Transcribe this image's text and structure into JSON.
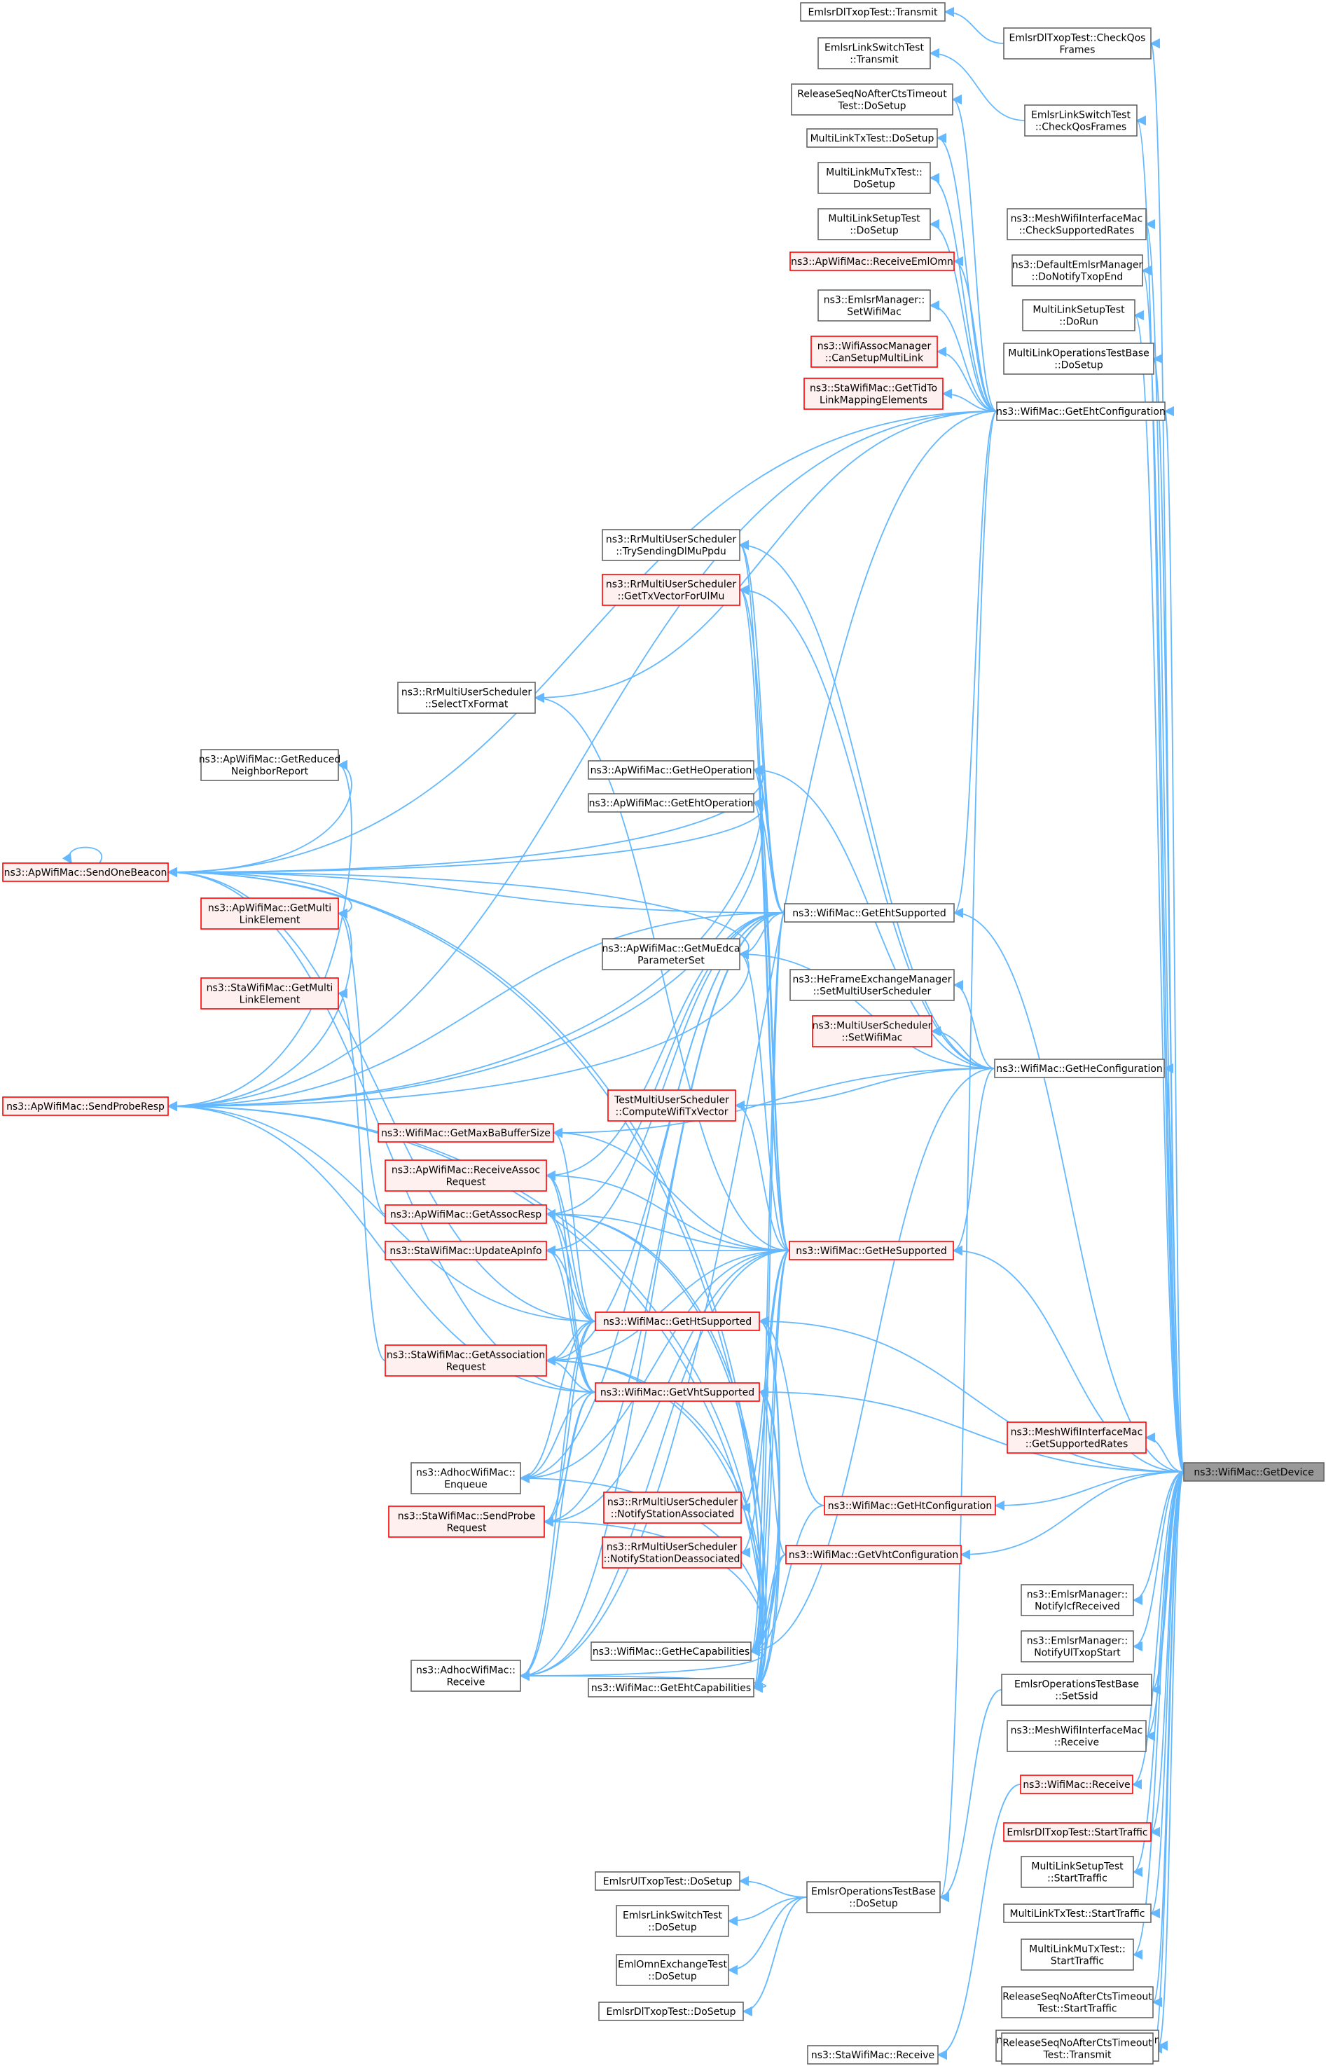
{
  "diagram_title": "",
  "colors": {
    "edge": "#63b8ff",
    "node_border_normal": "#666666",
    "node_fill_normal": "#ffffff",
    "node_border_red": "#ff0000",
    "node_fill_red": "#fff0f0",
    "node_border_target": "#666666",
    "node_fill_target": "#999999"
  },
  "nodes": [
    {
      "id": "n0",
      "lines": [
        "ns3::WifiMac::GetDevice"
      ],
      "style": "target",
      "interactable": true
    },
    {
      "id": "n1",
      "lines": [
        "EmlsrDlTxopTest::CheckQos",
        "Frames"
      ],
      "style": "normal",
      "interactable": true
    },
    {
      "id": "n2",
      "lines": [
        "EmlsrDlTxopTest::Transmit"
      ],
      "style": "normal",
      "interactable": true
    },
    {
      "id": "n3",
      "lines": [
        "EmlsrLinkSwitchTest",
        "::CheckQosFrames"
      ],
      "style": "normal",
      "interactable": true
    },
    {
      "id": "n4",
      "lines": [
        "EmlsrLinkSwitchTest",
        "::Transmit"
      ],
      "style": "normal",
      "interactable": true
    },
    {
      "id": "n5",
      "lines": [
        "ReleaseSeqNoAfterCtsTimeout",
        "Test::DoSetup"
      ],
      "style": "normal",
      "interactable": true
    },
    {
      "id": "n6",
      "lines": [
        "MultiLinkTxTest::DoSetup"
      ],
      "style": "normal",
      "interactable": true
    },
    {
      "id": "n7",
      "lines": [
        "MultiLinkMuTxTest::",
        "DoSetup"
      ],
      "style": "normal",
      "interactable": true
    },
    {
      "id": "n8",
      "lines": [
        "MultiLinkSetupTest",
        "::DoSetup"
      ],
      "style": "normal",
      "interactable": true
    },
    {
      "id": "n9",
      "lines": [
        "ns3::ApWifiMac::ReceiveEmlOmn"
      ],
      "style": "red",
      "interactable": true
    },
    {
      "id": "n10",
      "lines": [
        "ns3::EmlsrManager::",
        "SetWifiMac"
      ],
      "style": "normal",
      "interactable": true
    },
    {
      "id": "n11",
      "lines": [
        "ns3::WifiAssocManager",
        "::CanSetupMultiLink"
      ],
      "style": "red",
      "interactable": true
    },
    {
      "id": "n12",
      "lines": [
        "ns3::StaWifiMac::GetTidTo",
        "LinkMappingElements"
      ],
      "style": "red",
      "interactable": true
    },
    {
      "id": "n13",
      "lines": [
        "ns3::MeshWifiInterfaceMac",
        "::CheckSupportedRates"
      ],
      "style": "normal",
      "interactable": true
    },
    {
      "id": "n14",
      "lines": [
        "ns3::DefaultEmlsrManager",
        "::DoNotifyTxopEnd"
      ],
      "style": "normal",
      "interactable": true
    },
    {
      "id": "n15",
      "lines": [
        "MultiLinkSetupTest",
        "::DoRun"
      ],
      "style": "normal",
      "interactable": true
    },
    {
      "id": "n16",
      "lines": [
        "MultiLinkOperationsTestBase",
        "::DoSetup"
      ],
      "style": "normal",
      "interactable": true
    },
    {
      "id": "n17",
      "lines": [
        "ns3::WifiMac::GetEhtConfiguration"
      ],
      "style": "normal",
      "interactable": true
    },
    {
      "id": "n18",
      "lines": [
        "ns3::RrMultiUserScheduler",
        "::TrySendingDlMuPpdu"
      ],
      "style": "normal",
      "interactable": true
    },
    {
      "id": "n19",
      "lines": [
        "ns3::RrMultiUserScheduler",
        "::GetTxVectorForUlMu"
      ],
      "style": "red",
      "interactable": true
    },
    {
      "id": "n20",
      "lines": [
        "ns3::RrMultiUserScheduler",
        "::SelectTxFormat"
      ],
      "style": "normal",
      "interactable": true
    },
    {
      "id": "n21",
      "lines": [
        "ns3::ApWifiMac::GetReduced",
        "NeighborReport"
      ],
      "style": "normal",
      "interactable": true
    },
    {
      "id": "n22",
      "lines": [
        "ns3::ApWifiMac::GetHeOperation"
      ],
      "style": "normal",
      "interactable": true
    },
    {
      "id": "n23",
      "lines": [
        "ns3::ApWifiMac::GetEhtOperation"
      ],
      "style": "normal",
      "interactable": true
    },
    {
      "id": "n24",
      "lines": [
        "ns3::ApWifiMac::SendOneBeacon"
      ],
      "style": "red",
      "interactable": true
    },
    {
      "id": "n25",
      "lines": [
        "ns3::ApWifiMac::GetMulti",
        "LinkElement"
      ],
      "style": "red",
      "interactable": true
    },
    {
      "id": "n26",
      "lines": [
        "ns3::WifiMac::GetEhtSupported"
      ],
      "style": "normal",
      "interactable": true
    },
    {
      "id": "n27",
      "lines": [
        "ns3::StaWifiMac::GetMulti",
        "LinkElement"
      ],
      "style": "red",
      "interactable": true
    },
    {
      "id": "n28",
      "lines": [
        "ns3::ApWifiMac::GetMuEdca",
        "ParameterSet"
      ],
      "style": "normal",
      "interactable": true
    },
    {
      "id": "n29",
      "lines": [
        "ns3::HeFrameExchangeManager",
        "::SetMultiUserScheduler"
      ],
      "style": "normal",
      "interactable": true
    },
    {
      "id": "n30",
      "lines": [
        "ns3::MultiUserScheduler",
        "::SetWifiMac"
      ],
      "style": "red",
      "interactable": true
    },
    {
      "id": "n31",
      "lines": [
        "ns3::WifiMac::GetHeConfiguration"
      ],
      "style": "normal",
      "interactable": true
    },
    {
      "id": "n32",
      "lines": [
        "ns3::ApWifiMac::SendProbeResp"
      ],
      "style": "red",
      "interactable": true
    },
    {
      "id": "n33",
      "lines": [
        "TestMultiUserScheduler",
        "::ComputeWifiTxVector"
      ],
      "style": "red",
      "interactable": true
    },
    {
      "id": "n34",
      "lines": [
        "ns3::WifiMac::GetMaxBaBufferSize"
      ],
      "style": "red",
      "interactable": true
    },
    {
      "id": "n35",
      "lines": [
        "ns3::ApWifiMac::ReceiveAssoc",
        "Request"
      ],
      "style": "red",
      "interactable": true
    },
    {
      "id": "n36",
      "lines": [
        "ns3::ApWifiMac::GetAssocResp"
      ],
      "style": "red",
      "interactable": true
    },
    {
      "id": "n37",
      "lines": [
        "ns3::WifiMac::GetHeSupported"
      ],
      "style": "red",
      "interactable": true
    },
    {
      "id": "n38",
      "lines": [
        "ns3::StaWifiMac::UpdateApInfo"
      ],
      "style": "red",
      "interactable": true
    },
    {
      "id": "n39",
      "lines": [
        "ns3::WifiMac::GetHtSupported"
      ],
      "style": "red",
      "interactable": true
    },
    {
      "id": "n40",
      "lines": [
        "ns3::StaWifiMac::GetAssociation",
        "Request"
      ],
      "style": "red",
      "interactable": true
    },
    {
      "id": "n41",
      "lines": [
        "ns3::WifiMac::GetVhtSupported"
      ],
      "style": "red",
      "interactable": true
    },
    {
      "id": "n42",
      "lines": [
        "ns3::MeshWifiInterfaceMac",
        "::GetSupportedRates"
      ],
      "style": "red",
      "interactable": true
    },
    {
      "id": "n43",
      "lines": [
        "ns3::AdhocWifiMac::",
        "Enqueue"
      ],
      "style": "normal",
      "interactable": true
    },
    {
      "id": "n44",
      "lines": [
        "ns3::StaWifiMac::SendProbe",
        "Request"
      ],
      "style": "red",
      "interactable": true
    },
    {
      "id": "n45",
      "lines": [
        "ns3::RrMultiUserScheduler",
        "::NotifyStationAssociated"
      ],
      "style": "red",
      "interactable": true
    },
    {
      "id": "n46",
      "lines": [
        "ns3::WifiMac::GetHtConfiguration"
      ],
      "style": "red",
      "interactable": true
    },
    {
      "id": "n47",
      "lines": [
        "ns3::RrMultiUserScheduler",
        "::NotifyStationDeassociated"
      ],
      "style": "red",
      "interactable": true
    },
    {
      "id": "n48",
      "lines": [
        "ns3::WifiMac::GetVhtConfiguration"
      ],
      "style": "red",
      "interactable": true
    },
    {
      "id": "n49",
      "lines": [
        "ns3::EmlsrManager::",
        "NotifyIcfReceived"
      ],
      "style": "normal",
      "interactable": true
    },
    {
      "id": "n50",
      "lines": [
        "ns3::EmlsrManager::",
        "NotifyUlTxopStart"
      ],
      "style": "normal",
      "interactable": true
    },
    {
      "id": "n51",
      "lines": [
        "ns3::WifiMac::GetHeCapabilities"
      ],
      "style": "normal",
      "interactable": true
    },
    {
      "id": "n52",
      "lines": [
        "ns3::AdhocWifiMac::",
        "Receive"
      ],
      "style": "normal",
      "interactable": true
    },
    {
      "id": "n53",
      "lines": [
        "ns3::WifiMac::GetEhtCapabilities"
      ],
      "style": "normal",
      "interactable": true
    },
    {
      "id": "n54",
      "lines": [
        "EmlsrOperationsTestBase",
        "::SetSsid"
      ],
      "style": "normal",
      "interactable": true
    },
    {
      "id": "n55",
      "lines": [
        "ns3::MeshWifiInterfaceMac",
        "::Receive"
      ],
      "style": "normal",
      "interactable": true
    },
    {
      "id": "n56",
      "lines": [
        "ns3::WifiMac::Receive"
      ],
      "style": "red",
      "interactable": true
    },
    {
      "id": "n57",
      "lines": [
        "EmlsrDlTxopTest::StartTraffic"
      ],
      "style": "red",
      "interactable": true
    },
    {
      "id": "n58",
      "lines": [
        "MultiLinkSetupTest",
        "::StartTraffic"
      ],
      "style": "normal",
      "interactable": true
    },
    {
      "id": "n59",
      "lines": [
        "MultiLinkTxTest::StartTraffic"
      ],
      "style": "normal",
      "interactable": true
    },
    {
      "id": "n60",
      "lines": [
        "MultiLinkMuTxTest::",
        "StartTraffic"
      ],
      "style": "normal",
      "interactable": true
    },
    {
      "id": "n61",
      "lines": [
        "ReleaseSeqNoAfterCtsTimeout",
        "Test::StartTraffic"
      ],
      "style": "normal",
      "interactable": true
    },
    {
      "id": "n62",
      "lines": [
        "ns3::EhtFrameExchangeManager",
        "::StartTransmission"
      ],
      "style": "normal",
      "interactable": true
    },
    {
      "id": "n63",
      "lines": [
        "ReleaseSeqNoAfterCtsTimeout",
        "Test::Transmit"
      ],
      "style": "normal",
      "interactable": true
    },
    {
      "id": "n64",
      "lines": [
        "EmlsrUlTxopTest::DoSetup"
      ],
      "style": "normal",
      "interactable": true
    },
    {
      "id": "n65",
      "lines": [
        "EmlsrOperationsTestBase",
        "::DoSetup"
      ],
      "style": "normal",
      "interactable": true
    },
    {
      "id": "n66",
      "lines": [
        "EmlsrLinkSwitchTest",
        "::DoSetup"
      ],
      "style": "normal",
      "interactable": true
    },
    {
      "id": "n67",
      "lines": [
        "EmlOmnExchangeTest",
        "::DoSetup"
      ],
      "style": "normal",
      "interactable": true
    },
    {
      "id": "n68",
      "lines": [
        "EmlsrDlTxopTest::DoSetup"
      ],
      "style": "normal",
      "interactable": true
    },
    {
      "id": "n69",
      "lines": [
        "ns3::StaWifiMac::Receive"
      ],
      "style": "normal",
      "interactable": true
    }
  ],
  "edges": [
    [
      "n2",
      "n1"
    ],
    [
      "n4",
      "n3"
    ],
    [
      "n1",
      "n0"
    ],
    [
      "n3",
      "n0"
    ],
    [
      "n5",
      "n17"
    ],
    [
      "n6",
      "n17"
    ],
    [
      "n7",
      "n17"
    ],
    [
      "n8",
      "n17"
    ],
    [
      "n9",
      "n17"
    ],
    [
      "n10",
      "n17"
    ],
    [
      "n11",
      "n17"
    ],
    [
      "n12",
      "n17"
    ],
    [
      "n13",
      "n0"
    ],
    [
      "n14",
      "n0"
    ],
    [
      "n15",
      "n0"
    ],
    [
      "n16",
      "n0"
    ],
    [
      "n17",
      "n0"
    ],
    [
      "n24",
      "n17"
    ],
    [
      "n32",
      "n17"
    ],
    [
      "n20",
      "n17"
    ],
    [
      "n26",
      "n17"
    ],
    [
      "n18",
      "n26"
    ],
    [
      "n19",
      "n26"
    ],
    [
      "n22",
      "n26"
    ],
    [
      "n23",
      "n26"
    ],
    [
      "n28",
      "n26"
    ],
    [
      "n36",
      "n26"
    ],
    [
      "n38",
      "n26"
    ],
    [
      "n40",
      "n26"
    ],
    [
      "n44",
      "n26"
    ],
    [
      "n51",
      "n26"
    ],
    [
      "n53",
      "n26"
    ],
    [
      "n24",
      "n26"
    ],
    [
      "n32",
      "n26"
    ],
    [
      "n52",
      "n26"
    ],
    [
      "n43",
      "n26"
    ],
    [
      "n35",
      "n26"
    ],
    [
      "n26",
      "n0"
    ],
    [
      "n18",
      "n31"
    ],
    [
      "n19",
      "n31"
    ],
    [
      "n22",
      "n31"
    ],
    [
      "n29",
      "n31"
    ],
    [
      "n30",
      "n31"
    ],
    [
      "n33",
      "n31"
    ],
    [
      "n28",
      "n31"
    ],
    [
      "n51",
      "n31"
    ],
    [
      "n34",
      "n31"
    ],
    [
      "n37",
      "n31"
    ],
    [
      "n31",
      "n0"
    ],
    [
      "n18",
      "n37"
    ],
    [
      "n19",
      "n37"
    ],
    [
      "n20",
      "n37"
    ],
    [
      "n22",
      "n37"
    ],
    [
      "n23",
      "n37"
    ],
    [
      "n28",
      "n37"
    ],
    [
      "n33",
      "n37"
    ],
    [
      "n34",
      "n37"
    ],
    [
      "n35",
      "n37"
    ],
    [
      "n36",
      "n37"
    ],
    [
      "n38",
      "n37"
    ],
    [
      "n40",
      "n37"
    ],
    [
      "n43",
      "n37"
    ],
    [
      "n44",
      "n37"
    ],
    [
      "n45",
      "n37"
    ],
    [
      "n47",
      "n37"
    ],
    [
      "n51",
      "n37"
    ],
    [
      "n52",
      "n37"
    ],
    [
      "n53",
      "n37"
    ],
    [
      "n37",
      "n0"
    ],
    [
      "n24",
      "n39"
    ],
    [
      "n32",
      "n39"
    ],
    [
      "n34",
      "n39"
    ],
    [
      "n35",
      "n39"
    ],
    [
      "n36",
      "n39"
    ],
    [
      "n38",
      "n39"
    ],
    [
      "n40",
      "n39"
    ],
    [
      "n43",
      "n39"
    ],
    [
      "n44",
      "n39"
    ],
    [
      "n51",
      "n39"
    ],
    [
      "n52",
      "n39"
    ],
    [
      "n53",
      "n39"
    ],
    [
      "n39",
      "n0"
    ],
    [
      "n24",
      "n41"
    ],
    [
      "n32",
      "n41"
    ],
    [
      "n35",
      "n41"
    ],
    [
      "n36",
      "n41"
    ],
    [
      "n38",
      "n41"
    ],
    [
      "n40",
      "n41"
    ],
    [
      "n43",
      "n41"
    ],
    [
      "n44",
      "n41"
    ],
    [
      "n51",
      "n41"
    ],
    [
      "n52",
      "n41"
    ],
    [
      "n53",
      "n41"
    ],
    [
      "n41",
      "n0"
    ],
    [
      "n39",
      "n46"
    ],
    [
      "n46",
      "n0"
    ],
    [
      "n41",
      "n48"
    ],
    [
      "n48",
      "n0"
    ],
    [
      "n51",
      "n46"
    ],
    [
      "n51",
      "n48"
    ],
    [
      "n53",
      "n48"
    ],
    [
      "n42",
      "n0"
    ],
    [
      "n49",
      "n0"
    ],
    [
      "n50",
      "n0"
    ],
    [
      "n54",
      "n0"
    ],
    [
      "n55",
      "n0"
    ],
    [
      "n56",
      "n0"
    ],
    [
      "n57",
      "n0"
    ],
    [
      "n58",
      "n0"
    ],
    [
      "n59",
      "n0"
    ],
    [
      "n60",
      "n0"
    ],
    [
      "n61",
      "n0"
    ],
    [
      "n62",
      "n0"
    ],
    [
      "n63",
      "n0"
    ],
    [
      "n21",
      "n24"
    ],
    [
      "n25",
      "n24"
    ],
    [
      "n22",
      "n24"
    ],
    [
      "n23",
      "n24"
    ],
    [
      "n28",
      "n24"
    ],
    [
      "n24",
      "n24"
    ],
    [
      "n21",
      "n32"
    ],
    [
      "n25",
      "n32"
    ],
    [
      "n22",
      "n32"
    ],
    [
      "n23",
      "n32"
    ],
    [
      "n28",
      "n32"
    ],
    [
      "n25",
      "n36"
    ],
    [
      "n27",
      "n40"
    ],
    [
      "n51",
      "n24"
    ],
    [
      "n53",
      "n24"
    ],
    [
      "n51",
      "n32"
    ],
    [
      "n53",
      "n32"
    ],
    [
      "n51",
      "n36"
    ],
    [
      "n53",
      "n36"
    ],
    [
      "n51",
      "n40"
    ],
    [
      "n53",
      "n40"
    ],
    [
      "n51",
      "n44"
    ],
    [
      "n51",
      "n43"
    ],
    [
      "n51",
      "n52"
    ],
    [
      "n53",
      "n52"
    ],
    [
      "n64",
      "n65"
    ],
    [
      "n66",
      "n65"
    ],
    [
      "n67",
      "n65"
    ],
    [
      "n68",
      "n65"
    ],
    [
      "n65",
      "n54"
    ],
    [
      "n65",
      "n17"
    ],
    [
      "n52",
      "n17"
    ],
    [
      "n69",
      "n56"
    ]
  ]
}
